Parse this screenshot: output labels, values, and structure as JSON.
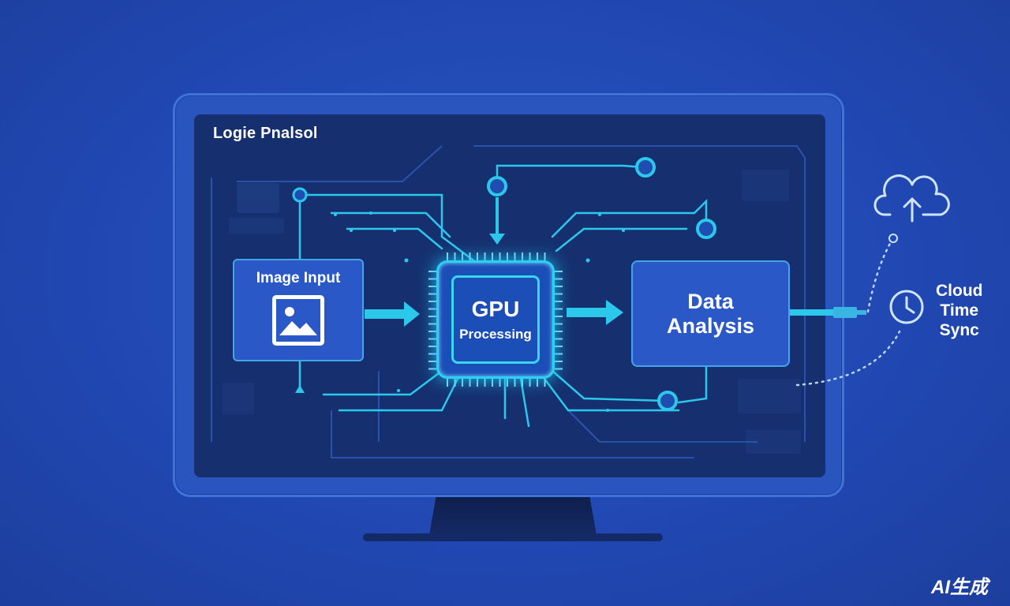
{
  "board": {
    "title": "Logie Pnalsol"
  },
  "nodes": {
    "input": {
      "label": "Image Input",
      "icon": "image-icon"
    },
    "gpu": {
      "line1": "GPU",
      "line2": "Processing",
      "icon": "chip-icon"
    },
    "analysis": {
      "line1": "Data",
      "line2": "Analysis"
    }
  },
  "sync": {
    "line1": "Cloud",
    "line2": "Time",
    "line3": "Sync",
    "icons": [
      "cloud-upload-icon",
      "clock-icon"
    ]
  },
  "watermark": "AI生成",
  "colors": {
    "background": "#2148b3",
    "screen": "#16306f",
    "accent": "#2bd0f2",
    "node": "#2a59c7"
  }
}
